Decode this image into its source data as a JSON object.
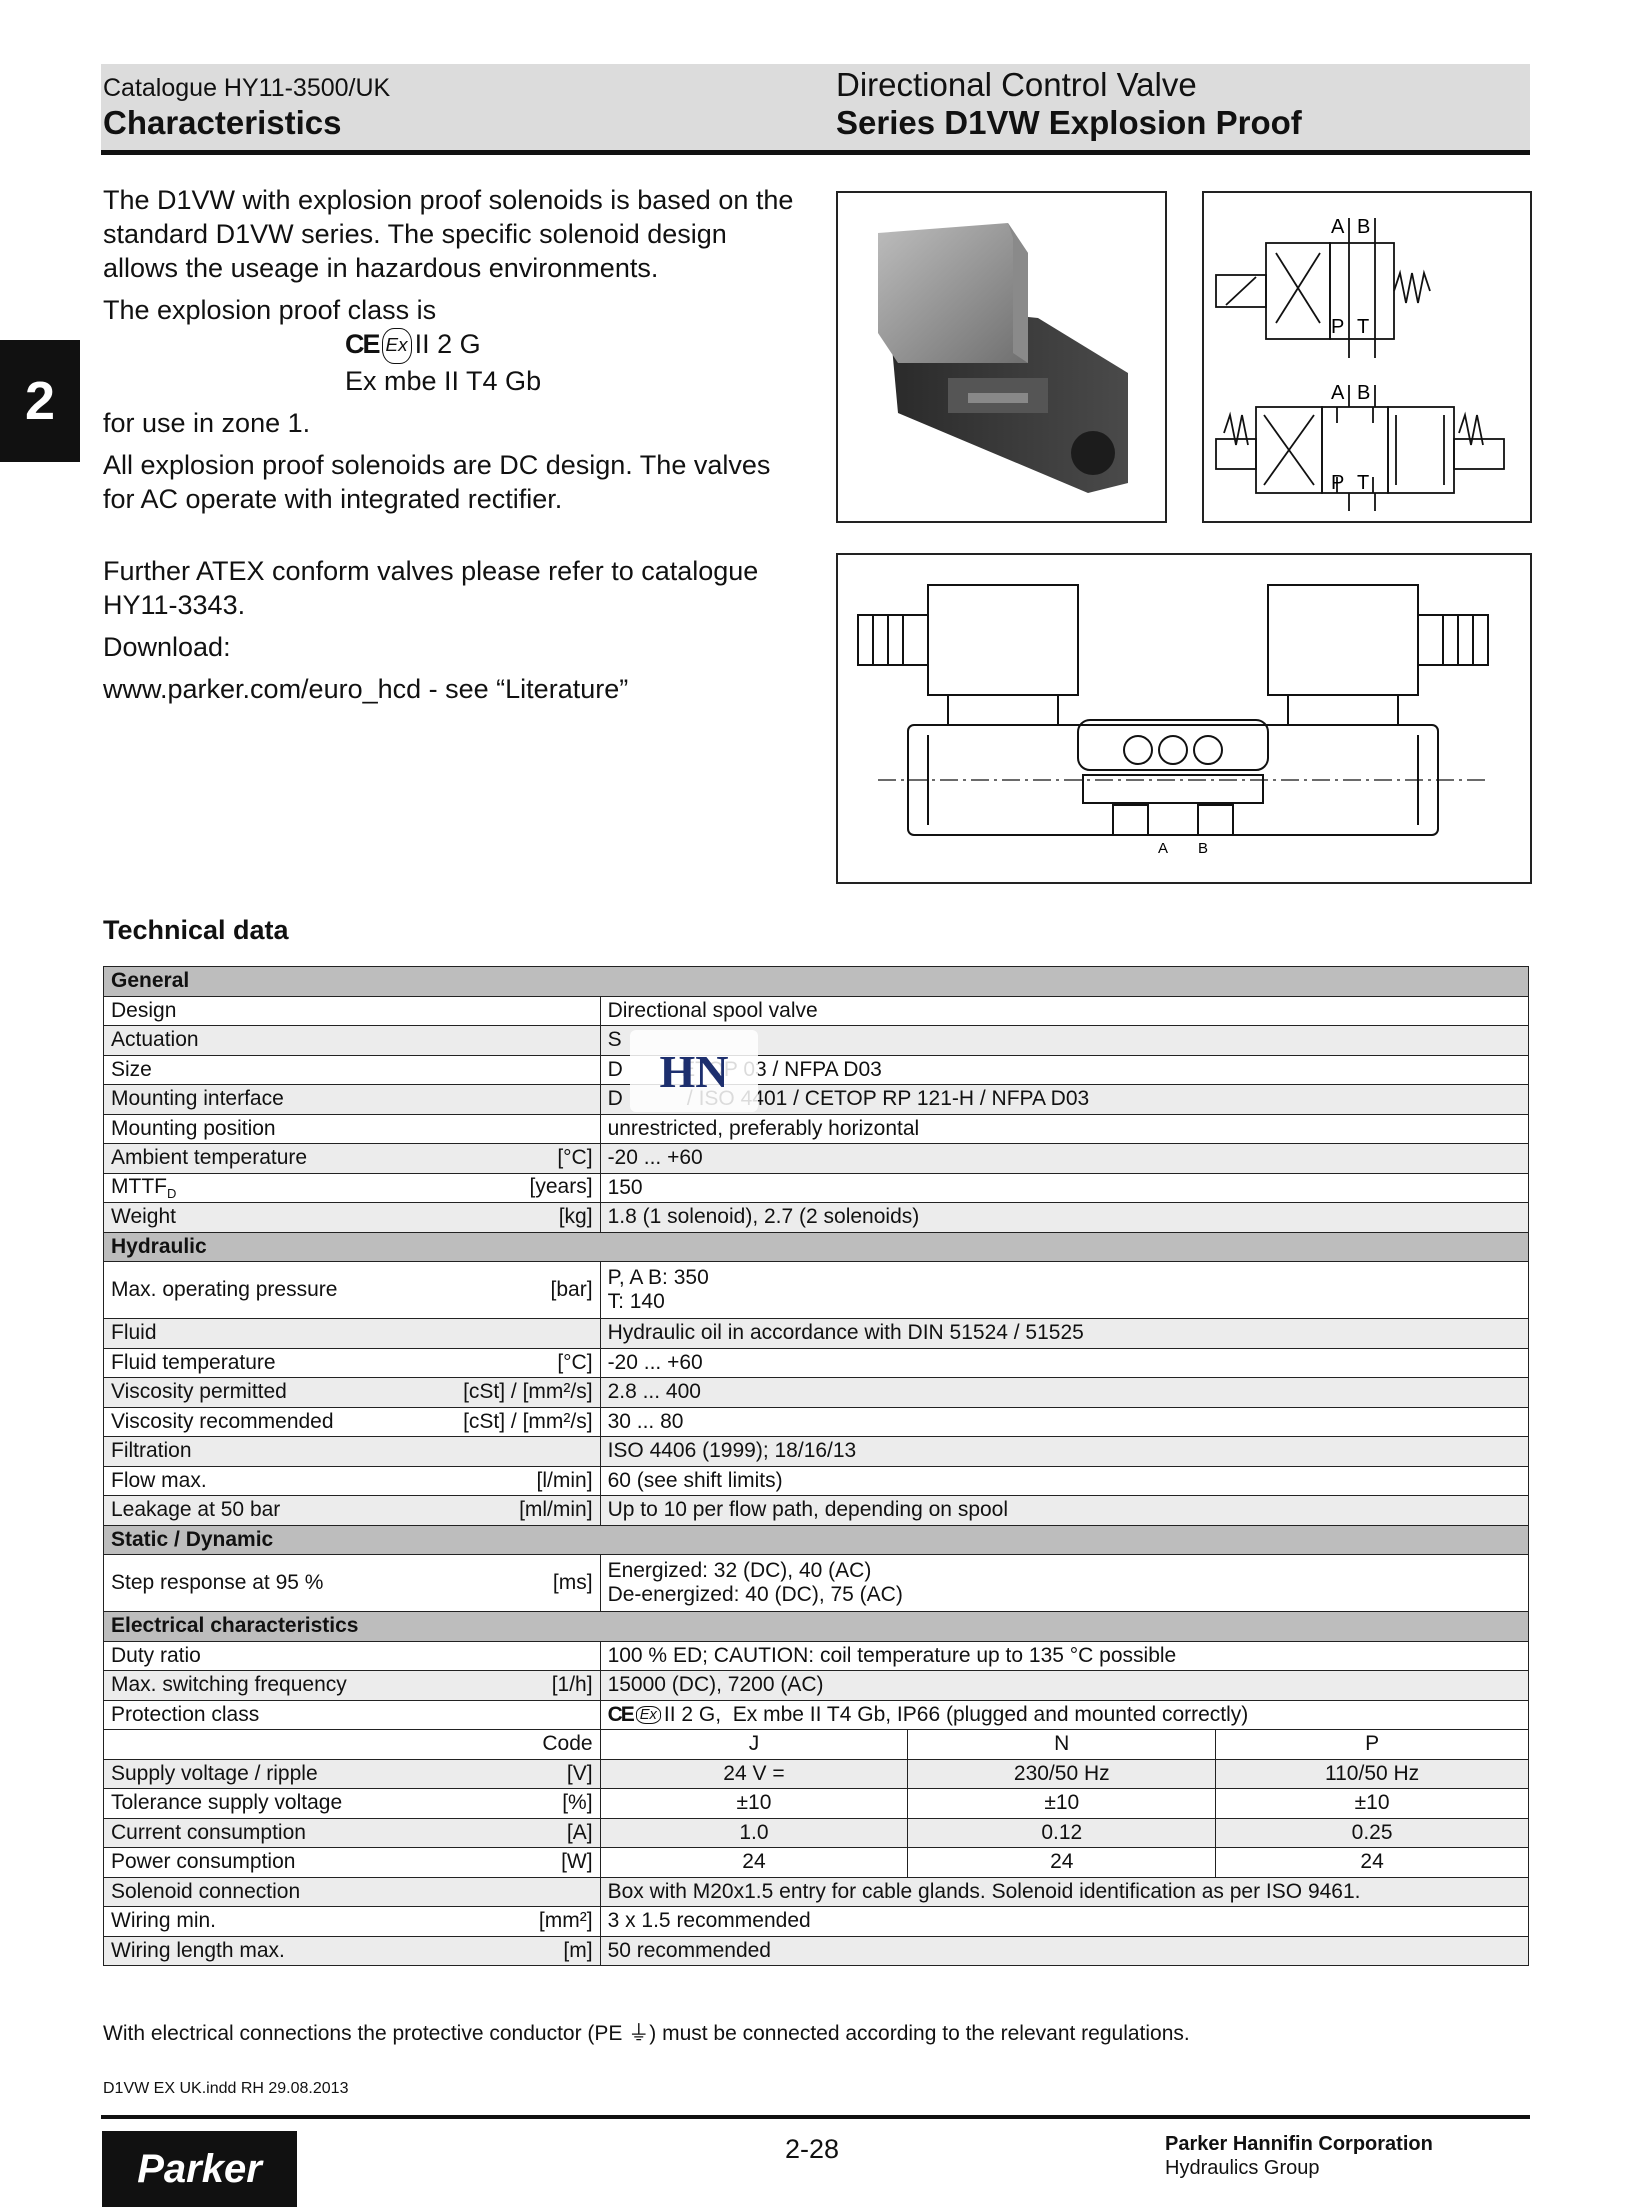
{
  "header": {
    "catalogue": "Catalogue HY11-3500/UK",
    "section": "Characteristics",
    "product_sub": "Directional Control Valve",
    "product_title": "Series D1VW Explosion Proof"
  },
  "side_tab": "2",
  "intro": {
    "p1": "The D1VW with explosion proof solenoids is based on the standard D1VW series. The specific solenoid design allows the useage in hazardous environments.",
    "p2": "The explosion proof class is",
    "class_line1": "II 2 G",
    "class_line2": "Ex mbe II T4 Gb",
    "p3": "for use in zone 1.",
    "p4": "All explosion proof solenoids are DC design. The valves for AC operate with integrated rectifier.",
    "p5": "Further ATEX conform valves please refer to catalogue HY11-3343.",
    "p6": "Download:",
    "p7": "www.parker.com/euro_hcd - see “Literature”"
  },
  "symbols": {
    "a": "A",
    "b": "B",
    "p": "P",
    "t": "T"
  },
  "section_view": {
    "a": "A",
    "b": "B"
  },
  "tech_title": "Technical data",
  "table": {
    "general": "General",
    "design": {
      "label": "Design",
      "unit": "",
      "value": "Directional spool valve"
    },
    "actuation": {
      "label": "Actuation",
      "unit": "",
      "value": "S"
    },
    "size": {
      "label": "Size",
      "unit": "",
      "value": "D          ETOP 03 / NFPA D03"
    },
    "mounting_interface": {
      "label": "Mounting interface",
      "unit": "",
      "value": "D           / ISO 4401 / CETOP RP 121-H / NFPA D03"
    },
    "mounting_position": {
      "label": "Mounting position",
      "unit": "",
      "value": "unrestricted, preferably horizontal"
    },
    "ambient_temp": {
      "label": "Ambient temperature",
      "unit": "[°C]",
      "value": "-20 ... +60"
    },
    "mttf": {
      "label": "MTTF",
      "sub": "D",
      "unit": "[years]",
      "value": "150"
    },
    "weight": {
      "label": "Weight",
      "unit": "[kg]",
      "value": "1.8 (1 solenoid), 2.7 (2 solenoids)"
    },
    "hydraulic": "Hydraulic",
    "max_pressure": {
      "label": "Max. operating pressure",
      "unit": "[bar]",
      "value1": "P, A B: 350",
      "value2": "T: 140"
    },
    "fluid": {
      "label": "Fluid",
      "unit": "",
      "value": "Hydraulic oil in accordance with DIN 51524 / 51525"
    },
    "fluid_temp": {
      "label": "Fluid temperature",
      "unit": "[°C]",
      "value": "-20 ... +60"
    },
    "visc_permitted": {
      "label": "Viscosity permitted",
      "unit": "[cSt] / [mm²/s]",
      "value": "2.8 ... 400"
    },
    "visc_recommended": {
      "label": "Viscosity recommended",
      "unit": "[cSt] / [mm²/s]",
      "value": "30 ... 80"
    },
    "filtration": {
      "label": "Filtration",
      "unit": "",
      "value": "ISO 4406 (1999); 18/16/13"
    },
    "flow_max": {
      "label": "Flow max.",
      "unit": "[l/min]",
      "value": "60 (see shift limits)"
    },
    "leakage": {
      "label": "Leakage at 50 bar",
      "unit": "[ml/min]",
      "value": "Up to 10 per flow path, depending on spool"
    },
    "static": "Static / Dynamic",
    "step_response": {
      "label": "Step response at 95 %",
      "unit": "[ms]",
      "value1": "Energized: 32 (DC), 40 (AC)",
      "value2": "De-energized: 40 (DC), 75 (AC)"
    },
    "electrical": "Electrical characteristics",
    "duty_ratio": {
      "label": "Duty ratio",
      "unit": "",
      "value": "100 % ED; CAUTION: coil temperature up to 135 °C possible"
    },
    "switching_freq": {
      "label": "Max. switching frequency",
      "unit": "[1/h]",
      "value": "15000 (DC), 7200 (AC)"
    },
    "protection": {
      "label": "Protection class",
      "unit": "",
      "value_a": "II 2 G",
      "value_b": ",  Ex mbe II T4 Gb, IP66 (plugged and mounted correctly)"
    },
    "code": {
      "label": "Code",
      "j": "J",
      "n": "N",
      "p": "P"
    },
    "supply_voltage": {
      "label": "Supply voltage / ripple",
      "unit": "[V]",
      "j": "24 V =",
      "n": "230/50 Hz",
      "p": "110/50 Hz"
    },
    "tolerance": {
      "label": "Tolerance supply voltage",
      "unit": "[%]",
      "j": "±10",
      "n": "±10",
      "p": "±10"
    },
    "current": {
      "label": "Current consumption",
      "unit": "[A]",
      "j": "1.0",
      "n": "0.12",
      "p": "0.25"
    },
    "power": {
      "label": "Power consumption",
      "unit": "[W]",
      "j": "24",
      "n": "24",
      "p": "24"
    },
    "solenoid_conn": {
      "label": "Solenoid connection",
      "unit": "",
      "value": "Box with M20x1.5 entry for cable glands. Solenoid identification as per ISO 9461."
    },
    "wiring_min": {
      "label": "Wiring min.",
      "unit": "[mm²]",
      "value": "3 x 1.5 recommended"
    },
    "wiring_len": {
      "label": "Wiring length max.",
      "unit": "[m]",
      "value": "50 recommended"
    }
  },
  "note_a": "With electrical connections the protective conductor (PE ",
  "note_b": ") must be connected according to the relevant regulations.",
  "file_ref": "D1VW EX UK.indd RH 29.08.2013",
  "page_number": "2-28",
  "corp_name": "Parker Hannifin Corporation",
  "corp_group": "Hydraulics Group",
  "logo_text": "Parker",
  "watermark_text": "HN",
  "mark_ce": "CE",
  "mark_ex": "Ex"
}
